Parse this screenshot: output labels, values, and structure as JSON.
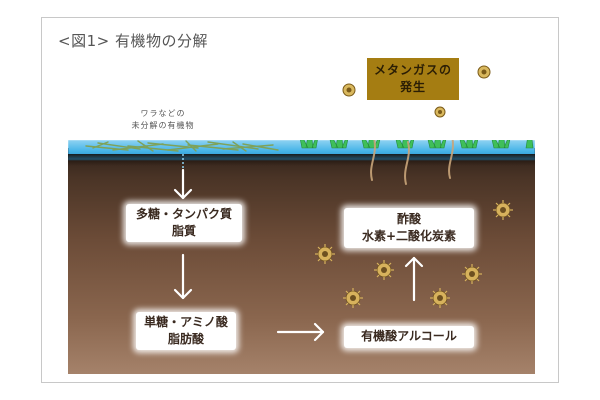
{
  "title": "<図1> 有機物の分解",
  "straw_label": {
    "line1": "ワラなどの",
    "line2": "未分解の有機物"
  },
  "methane_box": {
    "line1": "メタンガスの",
    "line2": "発生"
  },
  "box_polysaccharide": {
    "line1": "多糖・タンパク質",
    "line2": "脂質"
  },
  "box_monosaccharide": {
    "line1": "単糖・アミノ酸",
    "line2": "脂肪酸"
  },
  "box_organic_acid": {
    "line1": "有機酸アルコール"
  },
  "box_acetic": {
    "line1": "酢酸",
    "line2": "水素+二酸化炭素"
  },
  "colors": {
    "water": "#46b4e8",
    "soil_top": "#2e2018",
    "soil_bottom": "#a5826a",
    "grass": "#3fbf5a",
    "methane_box": "#a57d12",
    "microbe": "#d7b25c",
    "arrow": "#ffffff"
  },
  "icons": [
    "grass-icon",
    "straw-icon",
    "microbe-icon",
    "methane-bubble-icon",
    "arrow-icon"
  ]
}
